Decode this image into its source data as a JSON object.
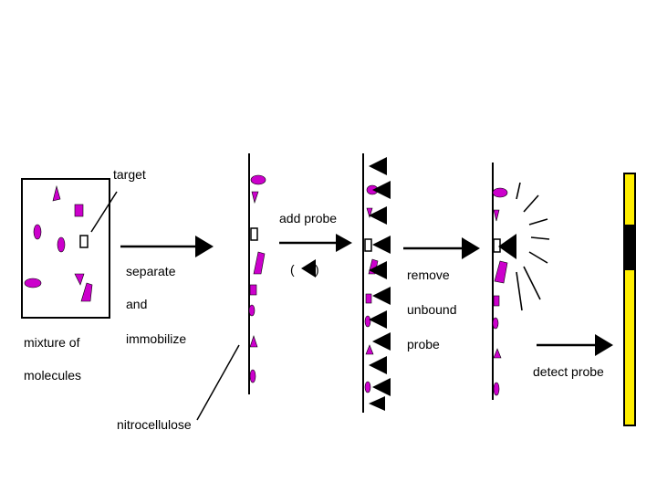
{
  "colors": {
    "molecule": "#cc00cc",
    "probe": "#000000",
    "membrane": "#000000",
    "strip_fill": "#ffee00",
    "strip_band": "#000000"
  },
  "labels": {
    "target": "target",
    "mixture_line1": "mixture  of",
    "mixture_line2": "molecules",
    "separate_line1": "separate",
    "separate_line2": "and",
    "separate_line3": "immobilize",
    "nitrocellulose": "nitrocellulose",
    "add_probe": "add probe",
    "probe_paren_open": "(",
    "probe_paren_close": ")",
    "remove_line1": "remove",
    "remove_line2": "unbound",
    "remove_line3": "probe",
    "detect_probe": "detect probe"
  },
  "icons": {
    "molecules": "magenta-shapes",
    "probe": "black-triangle-probe",
    "signal": "detection-burst",
    "result": "yellow-strip-with-band"
  }
}
